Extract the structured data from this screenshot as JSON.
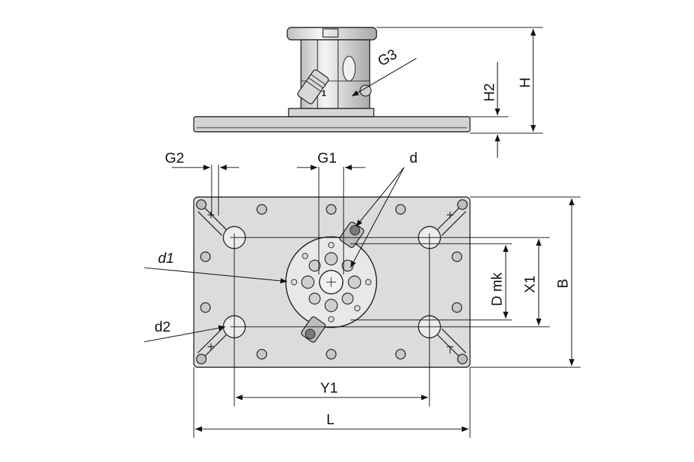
{
  "labels": {
    "G3": "G3",
    "H2": "H2",
    "H": "H",
    "G2": "G2",
    "G1": "G1",
    "d": "d",
    "d1": "d1",
    "d2": "d2",
    "Dmk": "D mk",
    "X1": "X1",
    "B": "B",
    "Y1": "Y1",
    "L": "L",
    "port_1": "1"
  },
  "colors": {
    "plate": "#dcdcdc",
    "line": "#111111",
    "body": "#e6e6e6"
  }
}
